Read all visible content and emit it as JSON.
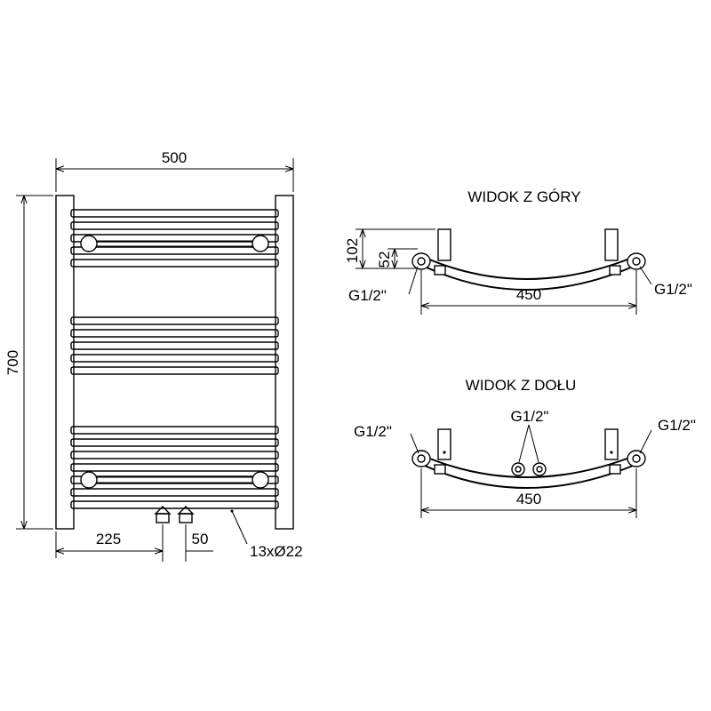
{
  "front_view": {
    "width_dim": "500",
    "height_dim": "700",
    "dim_left_offset": "225",
    "dim_pipe_spacing": "50",
    "tube_spec": "13xØ22"
  },
  "top_view": {
    "title": "WIDOK Z GÓRY",
    "depth_total": "102",
    "depth_partial": "52",
    "left_connection": "G1/2\"",
    "right_connection": "G1/2\"",
    "connection_spacing": "450"
  },
  "bottom_view": {
    "title": "WIDOK Z DOŁU",
    "left_connection": "G1/2\"",
    "middle_connection": "G1/2\"",
    "right_connection": "G1/2\"",
    "connection_spacing": "450"
  }
}
